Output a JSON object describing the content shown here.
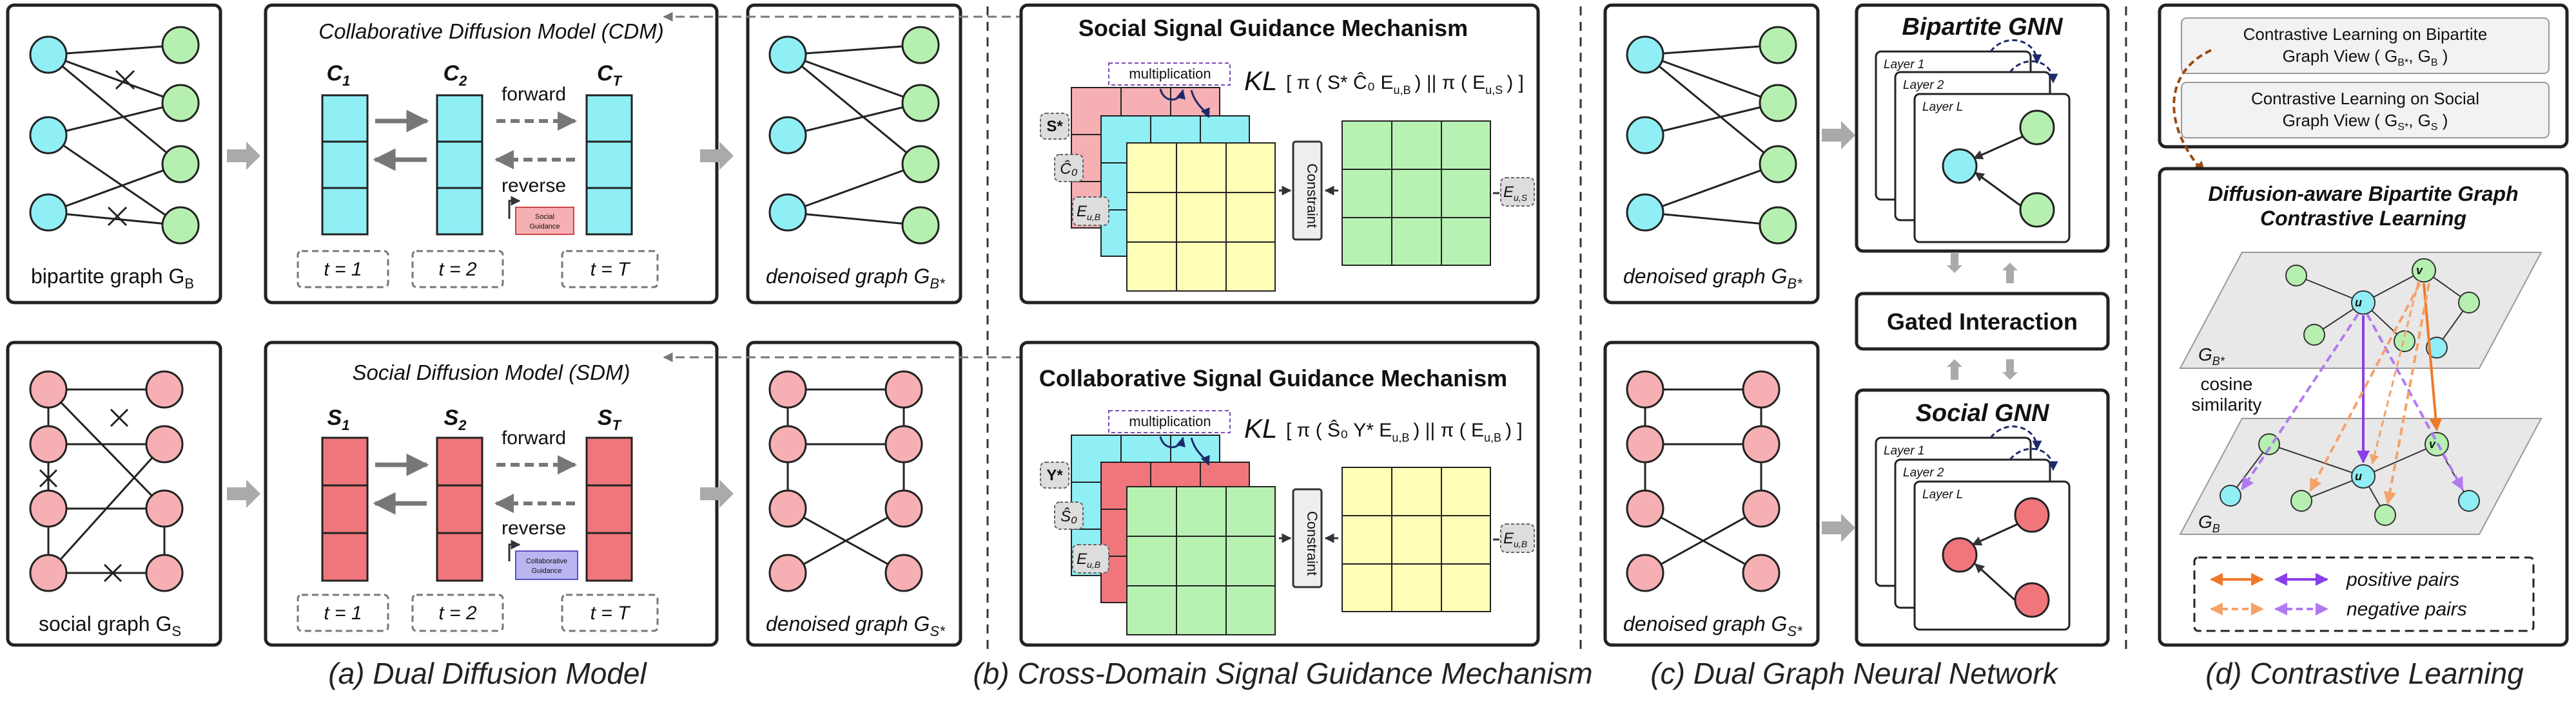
{
  "panel_a": {
    "caption": "(a) Dual Diffusion Model",
    "bipartite_label": "bipartite graph G",
    "bipartite_sub": "B",
    "social_label": "social graph G",
    "social_sub": "S",
    "cdm": {
      "title": "Collaborative Diffusion Model (CDM)",
      "c1": "C",
      "c1_sub": "1",
      "c2": "C",
      "c2_sub": "2",
      "ct": "C",
      "ct_sub": "T",
      "forward": "forward",
      "reverse": "reverse",
      "guidance": [
        "Social",
        "Guidance"
      ],
      "t1": "t = 1",
      "t2": "t = 2",
      "tT": "t = T"
    },
    "sdm": {
      "title": "Social Diffusion Model (SDM)",
      "s1": "S",
      "s1_sub": "1",
      "s2": "S",
      "s2_sub": "2",
      "st": "S",
      "st_sub": "T",
      "forward": "forward",
      "reverse": "reverse",
      "guidance": [
        "Collaborative",
        "Guidance"
      ],
      "t1": "t = 1",
      "t2": "t = 2",
      "tT": "t = T"
    },
    "denoised_b": "denoised graph G",
    "denoised_b_sub": "B*",
    "denoised_s": "denoised graph G",
    "denoised_s_sub": "S*"
  },
  "panel_b": {
    "caption": "(b) Cross-Domain Signal Guidance Mechanism",
    "top": {
      "title": "Social Signal Guidance Mechanism",
      "multiplication": "multiplication",
      "kl_prefix": "KL",
      "kl_body": "[ π ( S* Ĉ₀ E",
      "kl_sub1": "u,B",
      "kl_mid": ") || π ( E",
      "kl_sub2": "u,S",
      "kl_end": ") ]",
      "tag1": "S*",
      "tag2": "Ĉ₀",
      "tag3": "E",
      "tag3_sub": "u,B",
      "constraint": "Constraint",
      "right_tag": "E",
      "right_tag_sub": "u,S"
    },
    "bottom": {
      "title": "Collaborative Signal Guidance Mechanism",
      "multiplication": "multiplication",
      "kl_prefix": "KL",
      "kl_body": "[ π ( Ŝ₀ Y* E",
      "kl_sub1": "u,B",
      "kl_mid": ") || π ( E",
      "kl_sub2": "u,B",
      "kl_end": ") ]",
      "tag1": "Y*",
      "tag2": "Ŝ₀",
      "tag3": "E",
      "tag3_sub": "u,B",
      "constraint": "Constraint",
      "right_tag": "E",
      "right_tag_sub": "u,B"
    }
  },
  "panel_c": {
    "caption": "(c) Dual Graph Neural Network",
    "denoised_b": "denoised graph G",
    "denoised_b_sub": "B*",
    "denoised_s": "denoised graph G",
    "denoised_s_sub": "S*",
    "bipartite_gnn": "Bipartite GNN",
    "social_gnn": "Social GNN",
    "gated": "Gated Interaction",
    "layer1": "Layer 1",
    "layer2": "Layer 2",
    "layerL": "Layer L"
  },
  "panel_d": {
    "caption": "(d) Contrastive Learning",
    "cl1_line1": "Contrastive Learning on Bipartite",
    "cl1_line2": "Graph View ( G",
    "cl1_subs": [
      "B*",
      "B"
    ],
    "cl2_line1": "Contrastive Learning on Social",
    "cl2_line2": "Graph View ( G",
    "cl2_subs": [
      "S*",
      "S"
    ],
    "title_line1": "Diffusion-aware Bipartite Graph",
    "title_line2": "Contrastive Learning",
    "g_top": "G",
    "g_top_sub": "B*",
    "g_bottom": "G",
    "g_bottom_sub": "B",
    "cosine": [
      "cosine",
      "similarity"
    ],
    "u_label": "u",
    "v_label": "v",
    "positive": "positive pairs",
    "negative": "negative pairs"
  },
  "colors": {
    "cyan": "#8FEFF5",
    "green": "#B6F0B0",
    "pink": "#F6AFB3",
    "red": "#F0767C",
    "yellow": "#FFFFB8",
    "grid_green": "#B8F2B2",
    "orange": "#F07A2A",
    "purple": "#8A3FE8"
  }
}
